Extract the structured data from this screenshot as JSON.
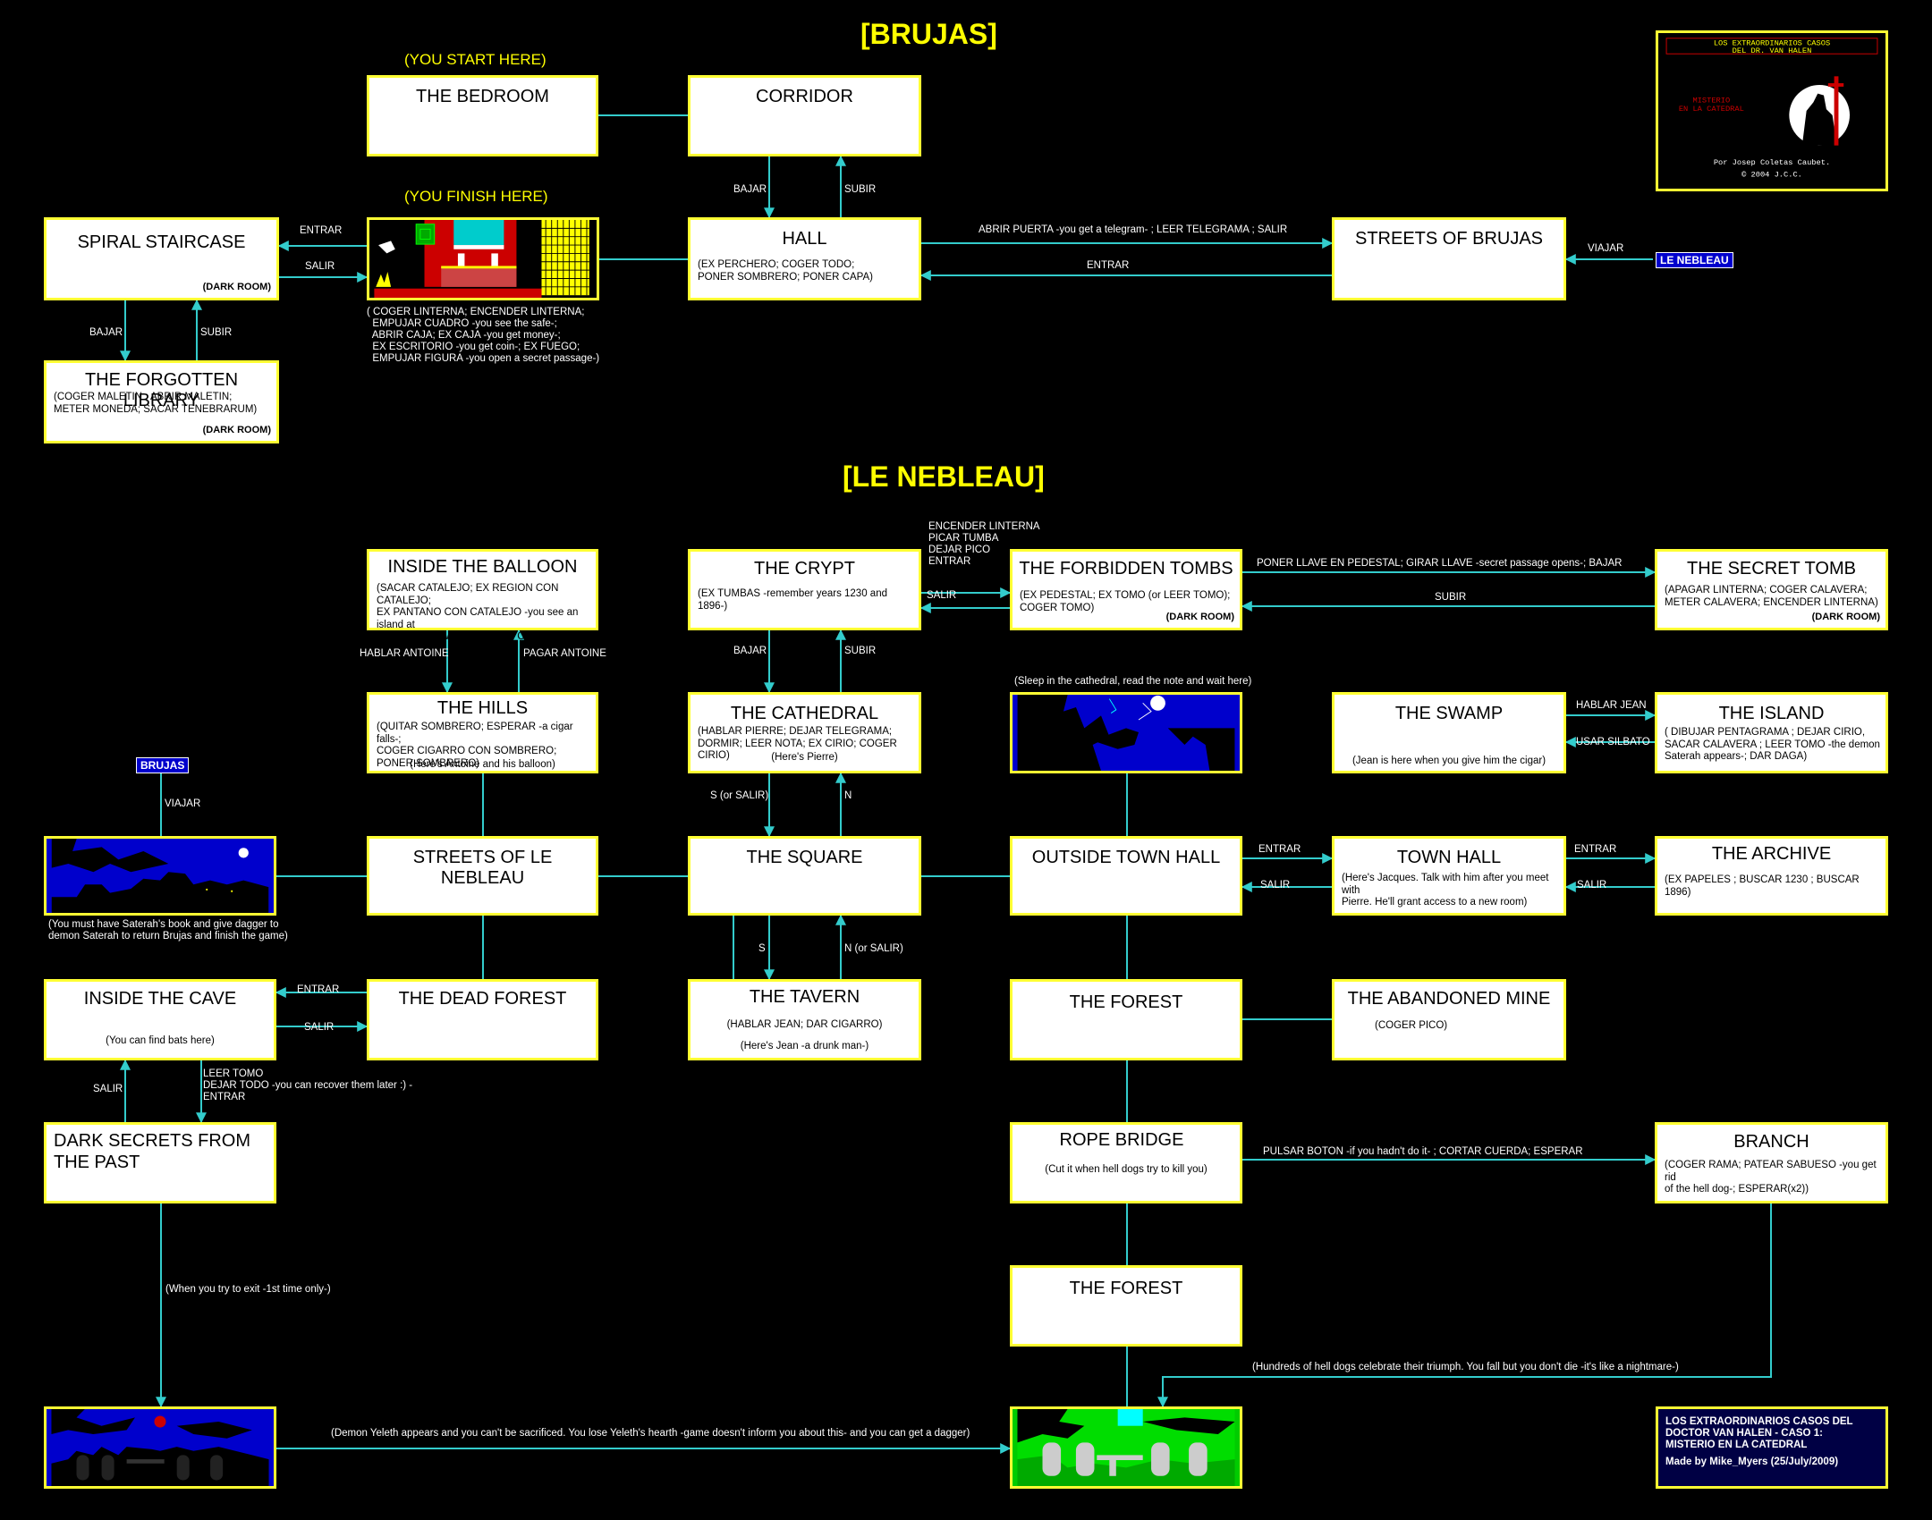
{
  "headings": {
    "brujas": "[BRUJAS]",
    "le_nebleau": "[LE NEBLEAU]",
    "start": "(YOU START HERE)",
    "finish": "(YOU FINISH HERE)"
  },
  "tags": {
    "le_nebleau": "LE NEBLEAU",
    "brujas": "BRUJAS"
  },
  "dark_room": "(DARK ROOM)",
  "rooms": {
    "bedroom": {
      "title": "THE BEDROOM"
    },
    "corridor": {
      "title": "CORRIDOR"
    },
    "spiral": {
      "title": "SPIRAL STAIRCASE"
    },
    "hall": {
      "title": "HALL",
      "desc": "(EX PERCHERO; COGER TODO;\n PONER SOMBRERO; PONER CAPA)"
    },
    "streets_brujas": {
      "title": "STREETS OF BRUJAS"
    },
    "library": {
      "title": "THE FORGOTTEN LIBRARY",
      "desc": "(COGER MALETIN ; ABRIR MALETIN;\n METER MONEDA; SACAR TENEBRARUM)"
    },
    "balloon": {
      "title": "INSIDE THE BALLOON",
      "desc": "(SACAR CATALEJO; EX REGION CON CATALEJO;\nEX PANTANO CON CATALEJO -you see an island at\nthe center of swamp-; METER CATALEJO)"
    },
    "crypt": {
      "title": "THE CRYPT",
      "desc": "(EX TUMBAS -remember years 1230 and 1896-)"
    },
    "forbidden": {
      "title": "THE FORBIDDEN TOMBS",
      "desc": "(EX PEDESTAL; EX TOMO (or LEER TOMO);\nCOGER TOMO)"
    },
    "secret_tomb": {
      "title": "THE SECRET TOMB",
      "desc": "(APAGAR LINTERNA; COGER CALAVERA;\nMETER CALAVERA; ENCENDER LINTERNA)"
    },
    "hills": {
      "title": "THE HILLS",
      "desc": "(QUITAR SOMBRERO; ESPERAR -a cigar falls-;\nCOGER CIGARRO CON SOMBRERO;\nPONER SOMBRERO)",
      "note": "(Here's Antoine and his balloon)"
    },
    "cathedral": {
      "title": "THE CATHEDRAL",
      "desc": "(HABLAR PIERRE; DEJAR TELEGRAMA;\nDORMIR; LEER NOTA; EX CIRIO; COGER CIRIO)",
      "note": "(Here's Pierre)"
    },
    "swamp": {
      "title": "THE SWAMP",
      "note": "(Jean is here when you give him the cigar)"
    },
    "island": {
      "title": "THE ISLAND",
      "desc": "( DIBUJAR PENTAGRAMA ; DEJAR CIRIO,\n  SACAR CALAVERA ; LEER TOMO -the demon\n  Saterah appears-; DAR DAGA)"
    },
    "streets_nebleau": {
      "title": "STREETS OF LE NEBLEAU"
    },
    "square": {
      "title": "THE SQUARE"
    },
    "outside_town_hall": {
      "title": "OUTSIDE TOWN HALL"
    },
    "town_hall": {
      "title": "TOWN HALL",
      "desc": "(Here's Jacques. Talk with him after you meet with\nPierre. He'll grant access to a new room)"
    },
    "archive": {
      "title": "THE ARCHIVE",
      "desc": "(EX PAPELES ; BUSCAR 1230 ; BUSCAR 1896)"
    },
    "cave": {
      "title": "INSIDE THE CAVE",
      "note": "(You can find bats here)"
    },
    "dead_forest": {
      "title": "THE DEAD FOREST"
    },
    "tavern": {
      "title": "THE TAVERN",
      "desc": "(HABLAR JEAN; DAR CIGARRO)",
      "note": "(Here's Jean -a drunk man-)"
    },
    "forest1": {
      "title": "THE FOREST"
    },
    "mine": {
      "title": "THE ABANDONED MINE",
      "desc": "(COGER PICO)"
    },
    "dark_secrets": {
      "title": "DARK SECRETS FROM\nTHE PAST"
    },
    "rope_bridge": {
      "title": "ROPE BRIDGE",
      "note": "(Cut it when hell dogs try to kill you)"
    },
    "branch": {
      "title": "BRANCH",
      "desc": "(COGER RAMA; PATEAR SABUESO -you get rid\nof the hell dog-; ESPERAR(x2))"
    },
    "forest2": {
      "title": "THE FOREST"
    }
  },
  "labels": {
    "entrar_spiral": "ENTRAR",
    "salir_spiral": "SALIR",
    "bajar_corr": "BAJAR",
    "subir_corr": "SUBIR",
    "bajar_spiral": "BAJAR",
    "subir_lib": "SUBIR",
    "abrir_puerta": "ABRIR PUERTA -you get a telegram- ; LEER TELEGRAMA ; SALIR",
    "entrar_hall": "ENTRAR",
    "viajar_top": "VIAJAR",
    "bedroom_actions": "( COGER LINTERNA; ENCENDER LINTERNA;\n  EMPUJAR CUADRO -you see the safe-;\n  ABRIR CAJA; EX CAJA -you get money-;\n  EX ESCRITORIO -you get coin-; EX FUEGO;\n  EMPUJAR FIGURA -you open a secret passage-)",
    "crypt_forbidden": "ENCENDER LINTERNA\nPICAR TUMBA\nDEJAR PICO\nENTRAR",
    "salir_forbidden": "SALIR",
    "poner_llave": "PONER LLAVE EN PEDESTAL; GIRAR LLAVE -secret passage opens-; BAJAR",
    "subir_secret": "SUBIR",
    "hablar_antoine": "HABLAR ANTOINE",
    "pagar_antoine": "PAGAR ANTOINE",
    "bajar_crypt": "BAJAR",
    "subir_crypt": "SUBIR",
    "sleep_note": "(Sleep in the cathedral, read the note and wait here)",
    "hablar_jean": "HABLAR JEAN",
    "usar_silbato": "USAR SILBATO",
    "viajar_bottom": "VIAJAR",
    "s_or_salir": "S (or SALIR)",
    "n_top": "N",
    "entrar_th": "ENTRAR",
    "salir_th": "SALIR",
    "entrar_arch": "ENTRAR",
    "salir_arch": "SALIR",
    "saterah_note": "(You must have Saterah's book and give dagger to\ndemon Saterah to return Brujas and finish the game)",
    "entrar_cave": "ENTRAR",
    "salir_cave": "SALIR",
    "s_tavern": "S",
    "n_or_salir": "N (or SALIR)",
    "salir_dark": "SALIR",
    "leer_tomo": "LEER TOMO\nDEJAR TODO -you can recover them later :) -\nENTRAR",
    "pulsar_boton": "PULSAR BOTON -if you hadn't do it- ; CORTAR CUERDA; ESPERAR",
    "exit_first": "(When you try to exit -1st time only-)",
    "hell_dogs": "(Hundreds of hell dogs celebrate their triumph. You fall but you don't die -it's like a nightmare-)",
    "yeleth": "(Demon Yeleth appears and you can't be sacrificed. You lose Yeleth's hearth -game doesn't inform you about this- and you can get a dagger)"
  },
  "logo": {
    "line1": "LOS EXTRAORDINARIOS CASOS",
    "line2": "DEL DR. VAN HALEN",
    "line3": "MISTERIO",
    "line4": "EN LA CATEDRAL",
    "line5": "Por Josep Coletas Caubet.",
    "line6": "© 2004 J.C.C."
  },
  "credits": {
    "text": "LOS EXTRAORDINARIOS CASOS DEL\nDOCTOR VAN HALEN - CASO 1:\nMISTERIO EN LA CATEDRAL",
    "author": "Made by Mike_Myers (25/July/2009)"
  },
  "colors": {
    "wire": "#33cccc",
    "border": "#ffff33",
    "heading": "#ffff00",
    "tag_bg": "#0000cc"
  }
}
